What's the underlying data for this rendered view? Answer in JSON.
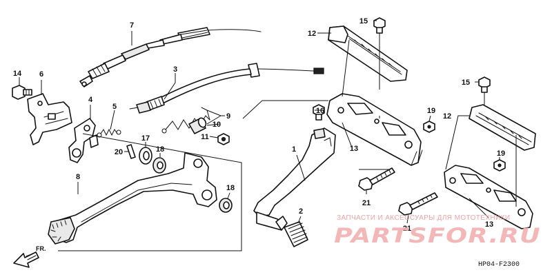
{
  "diagram": {
    "callouts": {
      "c1": "1",
      "c2": "2",
      "c3": "3",
      "c4": "4",
      "c5": "5",
      "c6": "6",
      "c7": "7",
      "c8": "8",
      "c9": "9",
      "c10": "10",
      "c11": "11",
      "c12a": "12",
      "c12b": "12",
      "c13a": "13",
      "c13b": "13",
      "c14": "14",
      "c15a": "15",
      "c15b": "15",
      "c16": "16",
      "c17": "17",
      "c18a": "18",
      "c18b": "18",
      "c19a": "19",
      "c19b": "19",
      "c20": "20",
      "c21a": "21",
      "c21b": "21"
    },
    "front_arrow_label": "FR.",
    "diagram_code": "HP04-F2300"
  },
  "watermark": {
    "tagline": "ЗАПЧАСТИ И АКСЕССУАРЫ ДЛЯ МОТОТЕХНИКИ",
    "logo": "PARTSFOR.RU",
    "color": "#e89a9a"
  }
}
